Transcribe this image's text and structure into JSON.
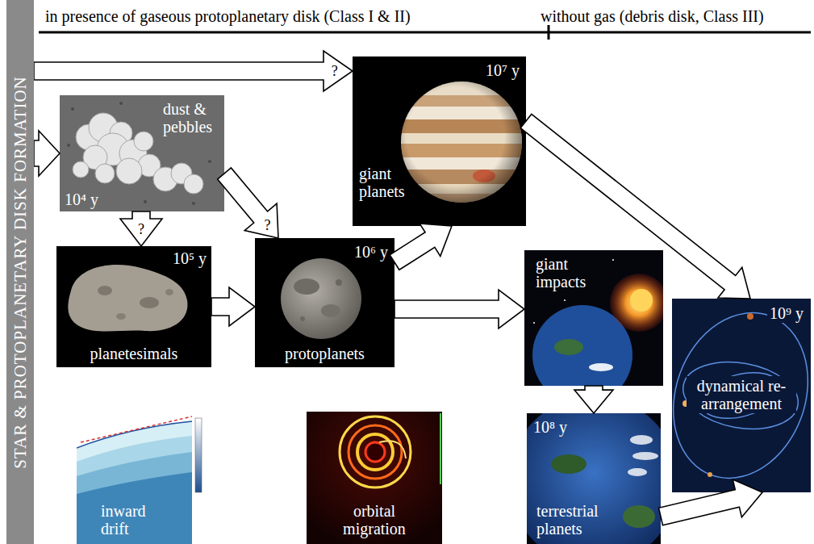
{
  "diagram": {
    "nodes": [
      {
        "text": [
          "STAR & PROTOPLANETARY DISK FORMATION"
        ]
      },
      {
        "text": [
          "dust & pebbles",
          "10⁴ y"
        ]
      },
      {
        "text": [
          "10⁷ y",
          "giant planets"
        ]
      },
      {
        "text": [
          "10⁵ y",
          "planetesimals"
        ]
      },
      {
        "text": [
          "10⁶ y",
          "protoplanets"
        ]
      },
      {
        "text": [
          "giant impacts"
        ]
      },
      {
        "text": [
          "10⁸ y",
          "terrestrial planets"
        ]
      },
      {
        "text": [
          "10⁹ y",
          "dynamical re- arrangement"
        ]
      },
      {
        "text": [
          "inward drift"
        ]
      },
      {
        "text": [
          "orbital migration"
        ]
      }
    ],
    "edges": [
      {
        "from": 0,
        "to": 2,
        "arrow": "to",
        "label": "?"
      },
      {
        "from": 0,
        "to": 1,
        "arrow": "to"
      },
      {
        "from": 1,
        "to": 3,
        "arrow": "to",
        "label": "?"
      },
      {
        "from": 1,
        "to": 4,
        "arrow": "to",
        "label": "?"
      },
      {
        "from": 3,
        "to": 4,
        "arrow": "to"
      },
      {
        "from": 4,
        "to": 2,
        "arrow": "to"
      },
      {
        "from": 4,
        "to": 5,
        "arrow": "to"
      },
      {
        "from": 2,
        "to": 7,
        "arrow": "to"
      },
      {
        "from": 5,
        "to": 6,
        "arrow": "to"
      },
      {
        "from": 6,
        "to": 7,
        "arrow": "to"
      }
    ],
    "labels": [
      "in presence of gaseous protoplanetary disk (Class I & II)",
      "without gas (debris disk, Class III)"
    ]
  }
}
